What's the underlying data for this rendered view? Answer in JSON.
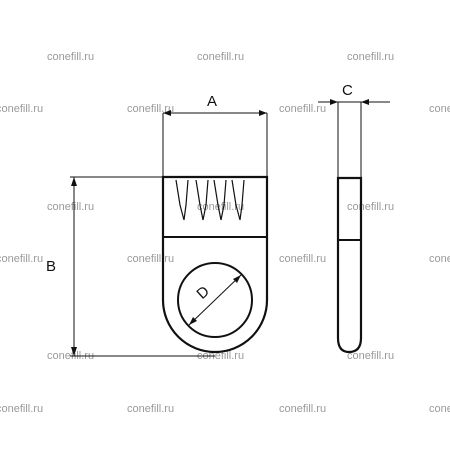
{
  "diagram": {
    "labels": {
      "a": "A",
      "b": "B",
      "c": "C",
      "d": "D"
    },
    "watermark": "conefill.ru"
  },
  "colors": {
    "ink": "#111111",
    "watermark": "#9a9a9a",
    "background": "#ffffff"
  }
}
